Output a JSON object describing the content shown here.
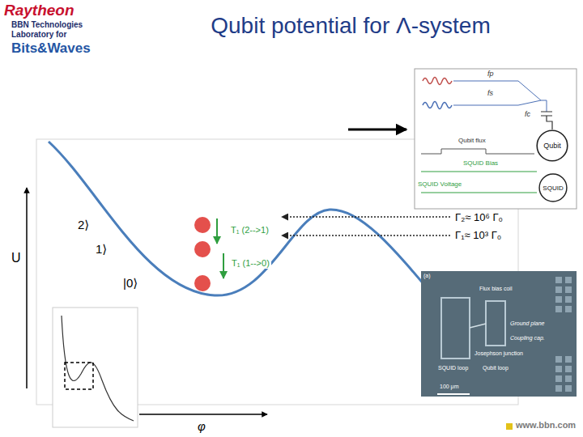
{
  "diagram": {
    "title": "Qubit potential for Λ-system",
    "nodes": [
      {
        "text": [
          "Qubit"
        ]
      },
      {
        "text": [
          "SQUID"
        ]
      }
    ],
    "labels": [
      "Raytheon",
      "BBN Technologies",
      "Laboratory for",
      "Bits&Waves",
      "U",
      "φ",
      "2⟩",
      "1⟩",
      "|0⟩",
      "T₁ (2-->1)",
      "T₁ (1-->0)",
      "Γ₂≈ 10⁶ Γ₀",
      "Γ₁≈ 10³ Γ₀",
      "fp",
      "fs",
      "fc",
      "Qubit flux",
      "SQUID Bias",
      "SQUID Voltage",
      "(a)",
      "Flux bias coil",
      "Ground plane",
      "Coupling cap.",
      "Josephson junction",
      "SQUID loop",
      "Qubit loop",
      "100 μm",
      "www.bbn.com"
    ]
  }
}
